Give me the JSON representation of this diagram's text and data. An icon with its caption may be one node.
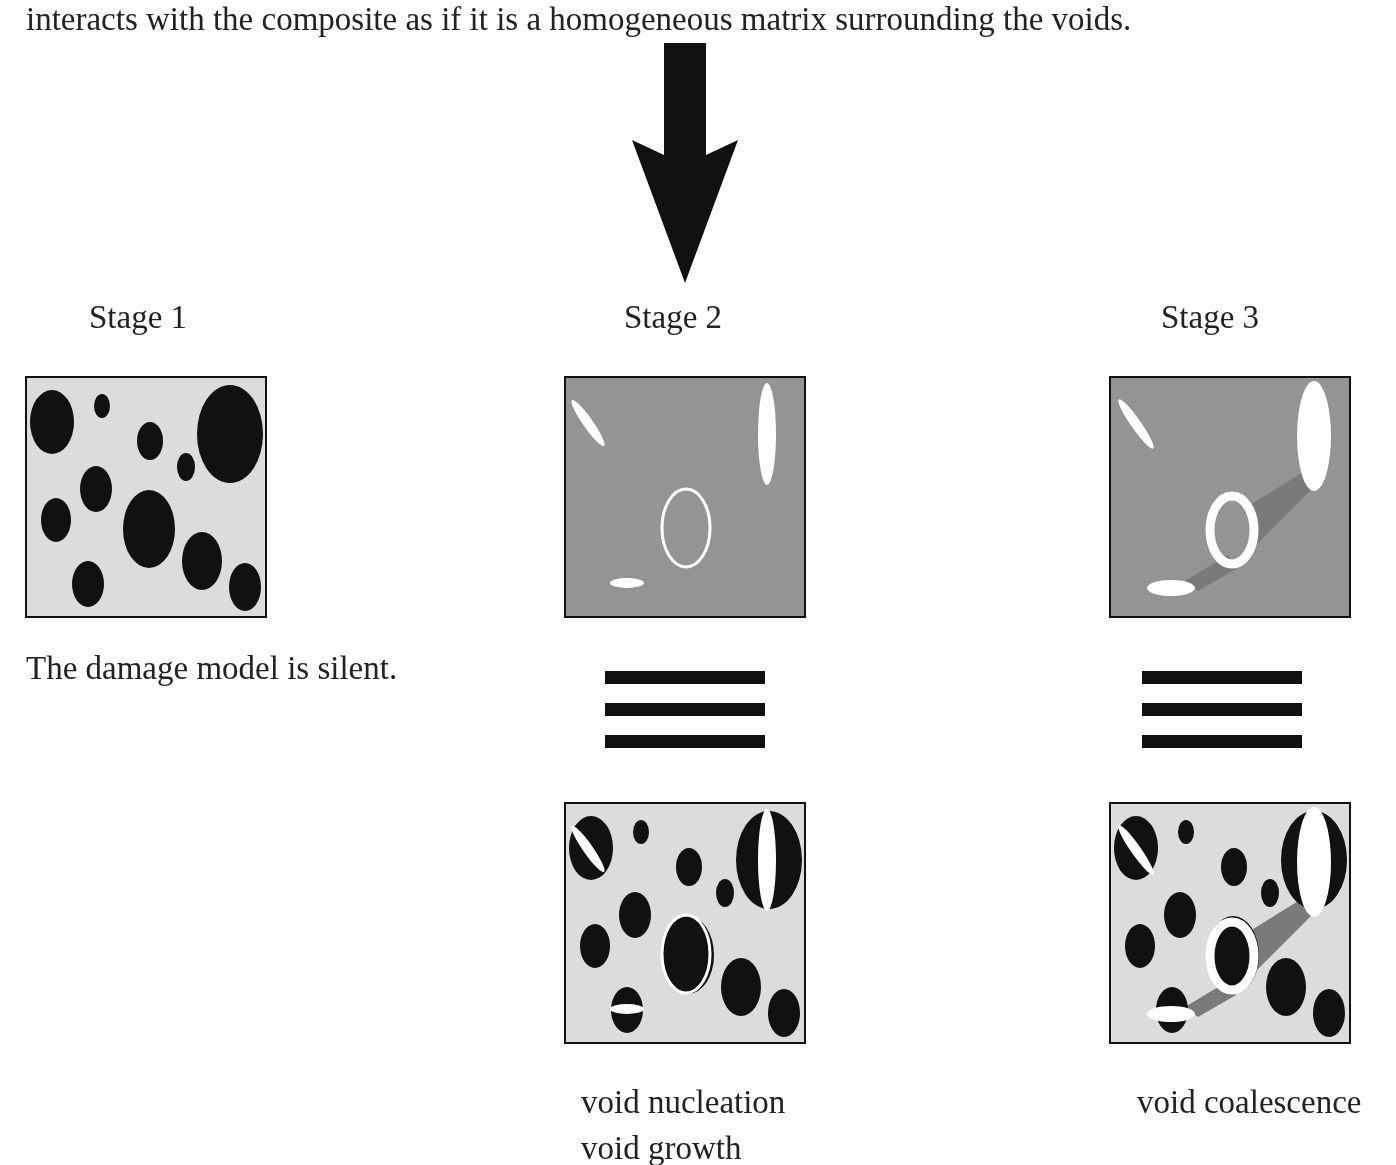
{
  "diagram": {
    "labels": [
      "interacts with the composite as if it is a homogeneous matrix surrounding the voids.",
      "Stage 1",
      "Stage 2",
      "Stage 3",
      "The damage model is silent.",
      "void nucleation",
      "void growth",
      "void coalescence"
    ]
  }
}
